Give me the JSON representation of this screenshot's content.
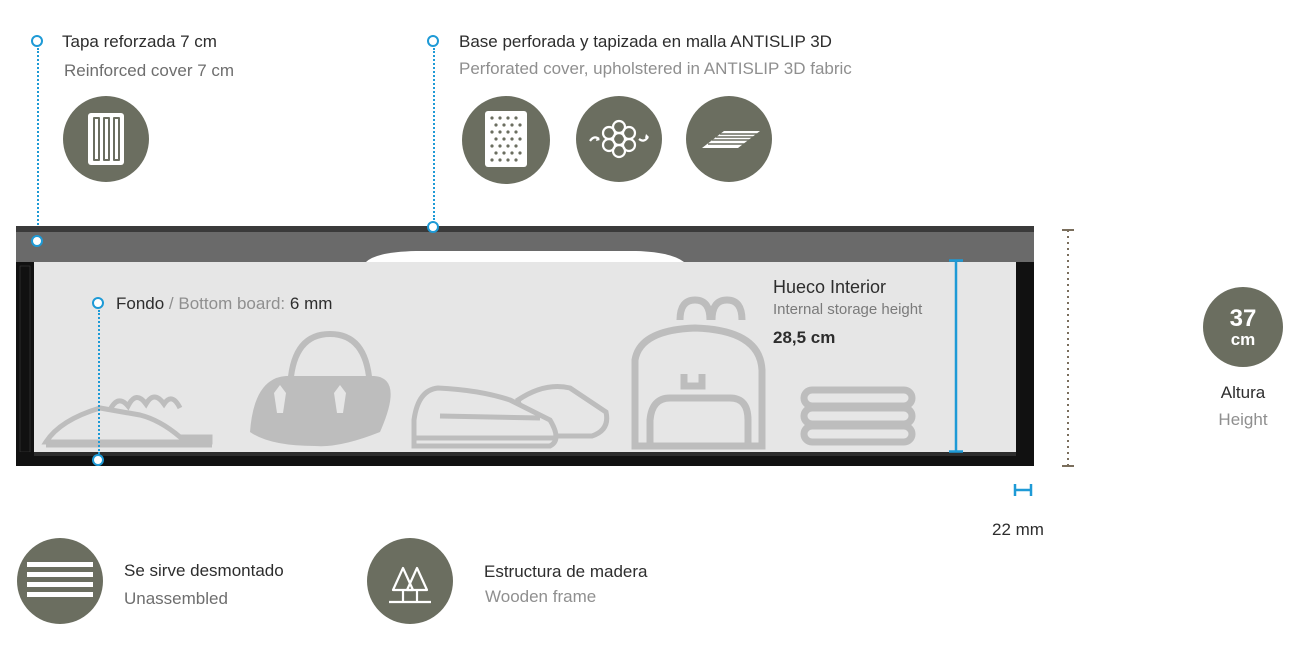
{
  "cover": {
    "label": "Tapa reforzada 7 cm",
    "sublabel": "Reinforced cover 7 cm",
    "icon": "reinforced-cover-icon"
  },
  "base": {
    "label": "Base perforada y tapizada en malla ANTISLIP 3D",
    "sublabel": "Perforated cover, upholstered in ANTISLIP 3D fabric",
    "icons": [
      "perforated-panel-icon",
      "breathable-airflow-icon",
      "antislip-fabric-layers-icon"
    ]
  },
  "bottom": {
    "label": "Fondo",
    "separator": " / ",
    "sublabel": "Bottom board:",
    "value": "6 mm"
  },
  "interior": {
    "title": "Hueco Interior",
    "subtitle": "Internal storage height",
    "value": "28,5 cm"
  },
  "height": {
    "value": "37",
    "unit": "cm",
    "label": "Altura",
    "sublabel": "Height"
  },
  "wall": {
    "value": "22 mm"
  },
  "features": [
    {
      "label": "Se sirve desmontado",
      "sublabel": "Unassembled",
      "icon": "unassembled-panels-icon"
    },
    {
      "label": "Estructura de madera",
      "sublabel": "Wooden frame",
      "icon": "trees-icon"
    }
  ],
  "colors": {
    "accent": "#1e9ad6",
    "icon_bg": "#6b6e60",
    "frame": "#111111",
    "lid": "#6a6a6a",
    "interior": "#e6e6e6",
    "items": "#bdbdbd"
  }
}
